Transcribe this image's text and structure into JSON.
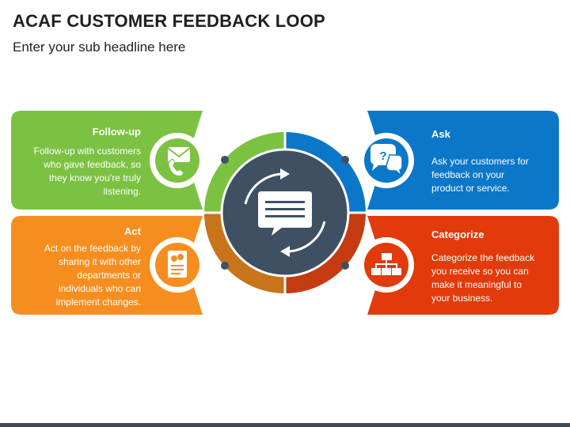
{
  "header": {
    "title": "ACAF CUSTOMER FEEDBACK LOOP",
    "subtitle": "Enter your sub headline here"
  },
  "colors": {
    "green": "#7cc242",
    "blue": "#0b77c9",
    "orange": "#f68e1f",
    "red": "#e23a0a",
    "center": "#3f5063",
    "ring_orange": "#c8741b",
    "ring_red": "#c53a10"
  },
  "cards": {
    "followup": {
      "title": "Follow-up",
      "text": [
        "Follow-up with customers",
        "who gave feedback, so",
        "they know you’re truly",
        "listening."
      ],
      "icon": "envelope-phone-icon"
    },
    "act": {
      "title": "Act",
      "text": [
        "Act on the feedback by",
        "sharing it with other",
        "departments or",
        "individuals who can",
        "implement changes."
      ],
      "icon": "document-masks-icon"
    },
    "ask": {
      "title": "Ask",
      "text": [
        "Ask your customers for",
        "feedback on your",
        "product or service."
      ],
      "icon": "question-chat-icon"
    },
    "categorize": {
      "title": "Categorize",
      "text": [
        "Categorize the feedback",
        "you receive so you can",
        "make it meaningful to",
        "your business."
      ],
      "icon": "org-chart-icon"
    }
  },
  "center": {
    "icon": "chat-cycle-icon"
  }
}
